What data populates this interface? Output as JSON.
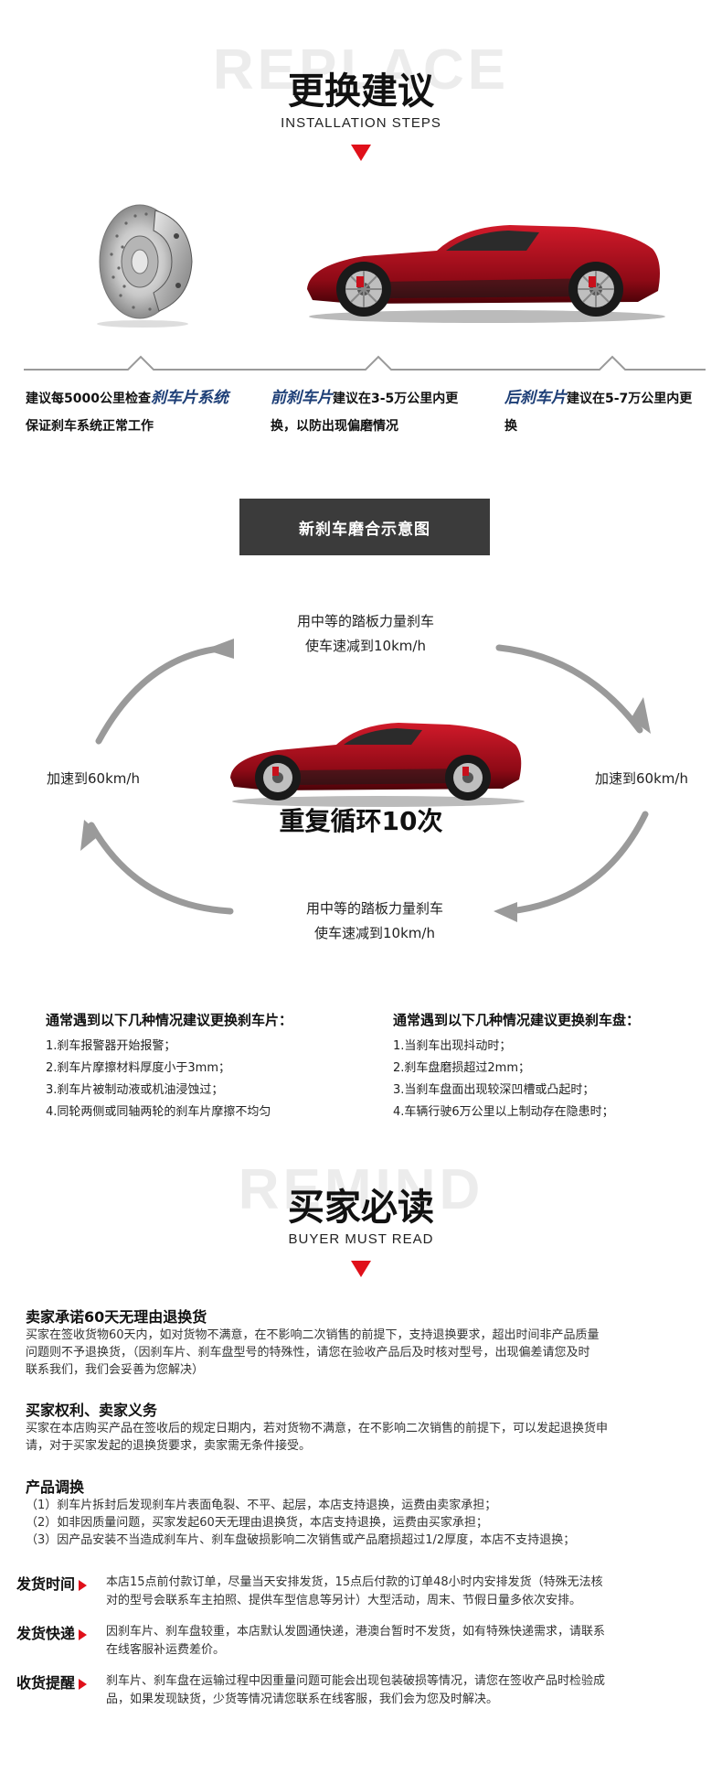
{
  "install": {
    "watermark": "REPLACE",
    "title_cn": "更换建议",
    "title_en": "INSTALLATION STEPS"
  },
  "tips": {
    "tip1_pre": "建议每5000公里检查",
    "tip1_em": "刹车片系统",
    "tip1_line2": "保证刹车系统正常工作",
    "tip2_em": "前刹车片",
    "tip2_post": "建议在3-5万公里内更",
    "tip2_line2": "换，以防出现偏磨情况",
    "tip3_em": "后刹车片",
    "tip3_post": "建议在5-7万公里内更",
    "tip3_line2": "换"
  },
  "diagram": {
    "button": "新刹车磨合示意图",
    "top_line1": "用中等的踏板力量刹车",
    "top_line2": "使车速减到10km/h",
    "left": "加速到60km/h",
    "right": "加速到60km/h",
    "center": "重复循环10次",
    "bottom_line1": "用中等的踏板力量刹车",
    "bottom_line2": "使车速减到10km/h"
  },
  "pads": {
    "title": "通常遇到以下几种情况建议更换刹车片：",
    "items": [
      "1.刹车报警器开始报警；",
      "2.刹车片摩擦材料厚度小于3mm；",
      "3.刹车片被制动液或机油浸蚀过；",
      "4.同轮两侧或同轴两轮的刹车片摩擦不均匀"
    ]
  },
  "discs": {
    "title": "通常遇到以下几种情况建议更换刹车盘：",
    "items": [
      "1.当刹车出现抖动时；",
      "2.刹车盘磨损超过2mm；",
      "3.当刹车盘面出现较深凹槽或凸起时；",
      "4.车辆行驶6万公里以上制动存在隐患时；"
    ]
  },
  "remind": {
    "watermark": "REMIND",
    "title_cn": "买家必读",
    "title_en": "BUYER MUST READ"
  },
  "read": {
    "s1_title": "卖家承诺60天无理由退换货",
    "s1_l1": "买家在签收货物60天内，如对货物不满意，在不影响二次销售的前提下，支持退换要求，超出时间非产品质量",
    "s1_l2": "问题则不予退换货，（因刹车片、刹车盘型号的特殊性，请您在验收产品后及时核对型号，出现偏差请您及时",
    "s1_l3": "联系我们，我们会妥善为您解决）",
    "s2_title": "买家权利、卖家义务",
    "s2_l1": "买家在本店购买产品在签收后的规定日期内，若对货物不满意，在不影响二次销售的前提下，可以发起退换货申",
    "s2_l2": "请，对于买家发起的退换货要求，卖家需无条件接受。",
    "s3_title": "产品调换",
    "s3_l1": "（1）刹车片拆封后发现刹车片表面龟裂、不平、起层，本店支持退换，运费由卖家承担；",
    "s3_l2": "（2）如非因质量问题，买家发起60天无理由退换货，本店支持退换，运费由买家承担；",
    "s3_l3": "（3）因产品安装不当造成刹车片、刹车盘破损影响二次销售或产品磨损超过1/2厚度，本店不支持退换；"
  },
  "shipping": {
    "time_label": "发货时间",
    "time_l1": "本店15点前付款订单，尽量当天安排发货，15点后付款的订单48小时内安排发货（特殊无法核",
    "time_l2": "对的型号会联系车主拍照、提供车型信息等另计）大型活动，周末、节假日量多依次安排。",
    "express_label": "发货快递",
    "express_l1": "因刹车片、刹车盘较重，本店默认发圆通快递，港澳台暂时不发货，如有特殊快递需求，请联系",
    "express_l2": "在线客服补运费差价。",
    "receive_label": "收货提醒",
    "receive_l1": "刹车片、刹车盘在运输过程中因重量问题可能会出现包装破损等情况，请您在签收产品时检验成",
    "receive_l2": "品，如果发现缺货，少货等情况请您联系在线客服，我们会为您及时解决。"
  },
  "colors": {
    "accent_red": "#e0101a",
    "car_red": "#b0101e",
    "dark_button": "#3b3b3b",
    "em_blue": "#1d3e76"
  }
}
